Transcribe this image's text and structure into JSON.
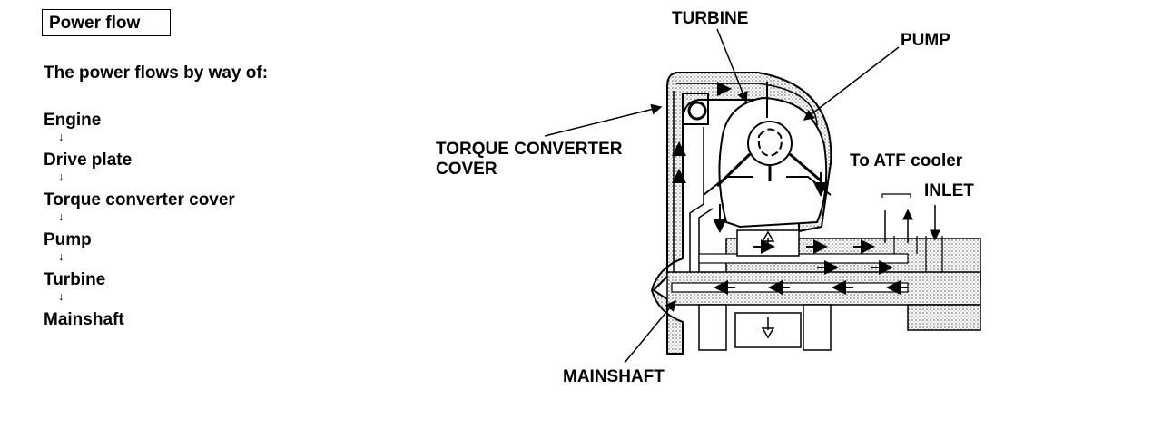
{
  "heading": "Power flow",
  "intro": "The power flows by way of:",
  "flow_steps": [
    "Engine",
    "Drive plate",
    "Torque converter cover",
    "Pump",
    "Turbine",
    "Mainshaft"
  ],
  "diagram_labels": {
    "turbine": "TURBINE",
    "pump": "PUMP",
    "cover_line1": "TORQUE CONVERTER",
    "cover_line2": "COVER",
    "atf_cooler": "To ATF cooler",
    "inlet": "INLET",
    "mainshaft": "MAINSHAFT"
  }
}
